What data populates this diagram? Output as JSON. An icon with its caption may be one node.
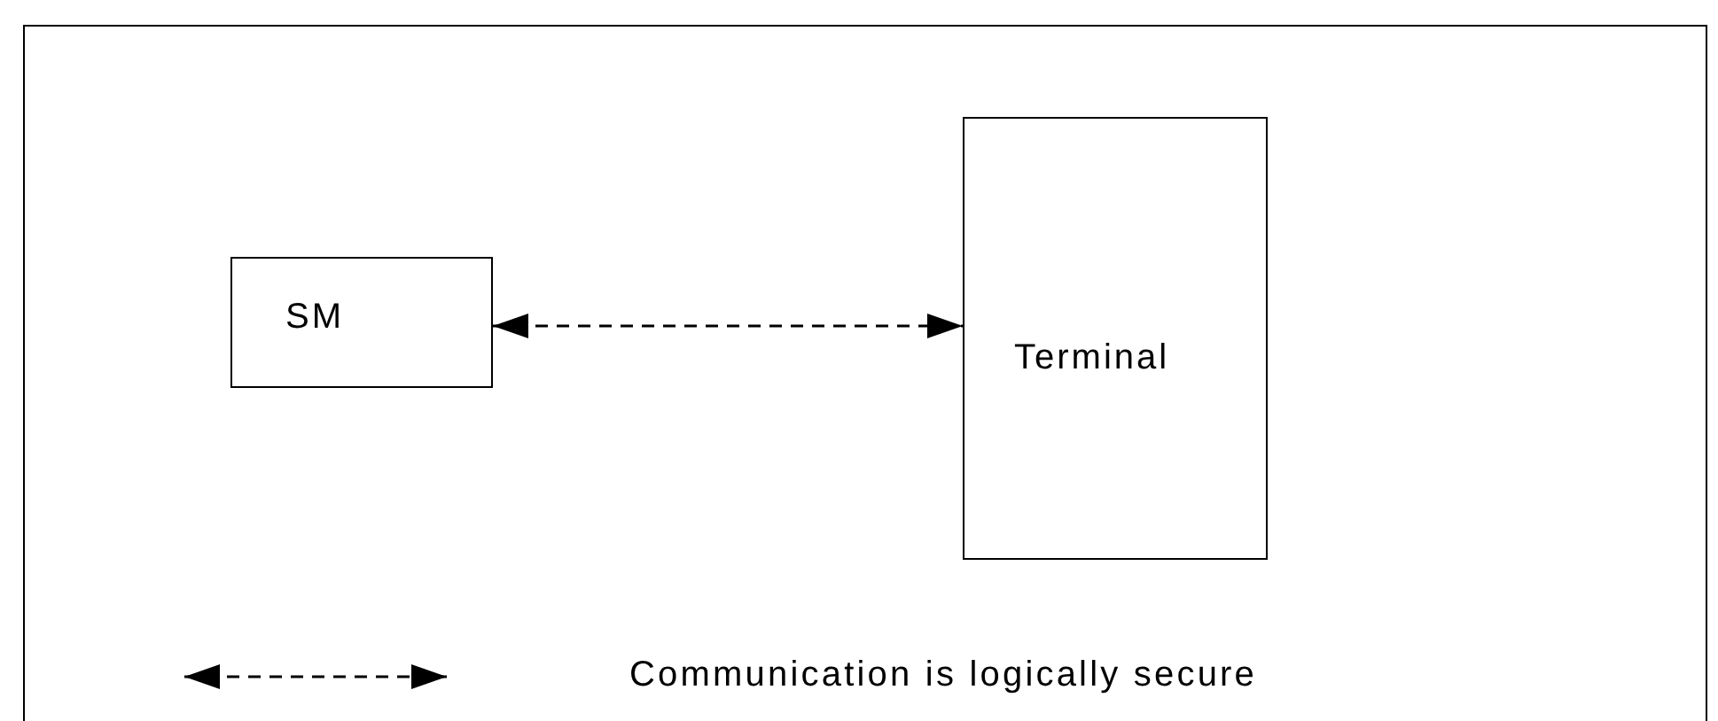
{
  "diagram": {
    "nodes": [
      {
        "text": [
          "SM"
        ]
      },
      {
        "text": [
          "Terminal"
        ]
      }
    ],
    "edges": [
      {
        "from": 0,
        "to": 1,
        "arrow": "both",
        "style": "dashed"
      }
    ],
    "legend": [
      {
        "text": "Communication is logically secure"
      }
    ]
  }
}
